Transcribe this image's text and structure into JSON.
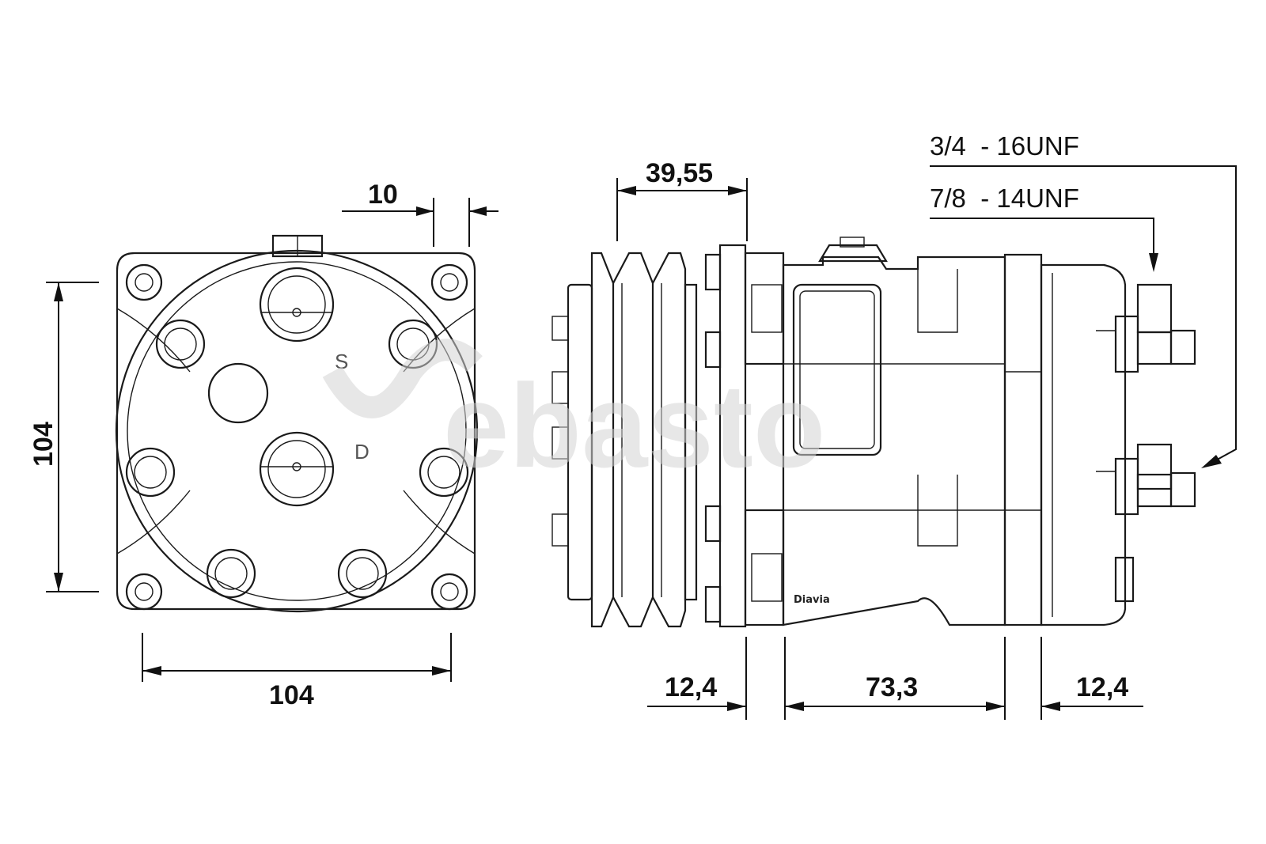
{
  "watermark": {
    "text": "ebasto"
  },
  "dimensions": {
    "front_top_offset": "10",
    "front_height": "104",
    "front_width": "104",
    "pulley_width": "39,55",
    "flange_left": "12,4",
    "body_length": "73,3",
    "flange_right": "12,4"
  },
  "ports": {
    "suction_marker": "S",
    "discharge_marker": "D",
    "suction_thread": "3/4  - 16UNF",
    "discharge_thread": "7/8  - 14UNF"
  },
  "brand_label": "Diavia",
  "colors": {
    "line": "#1a1a1a",
    "watermark": "#d4d4d4",
    "background": "#ffffff"
  }
}
